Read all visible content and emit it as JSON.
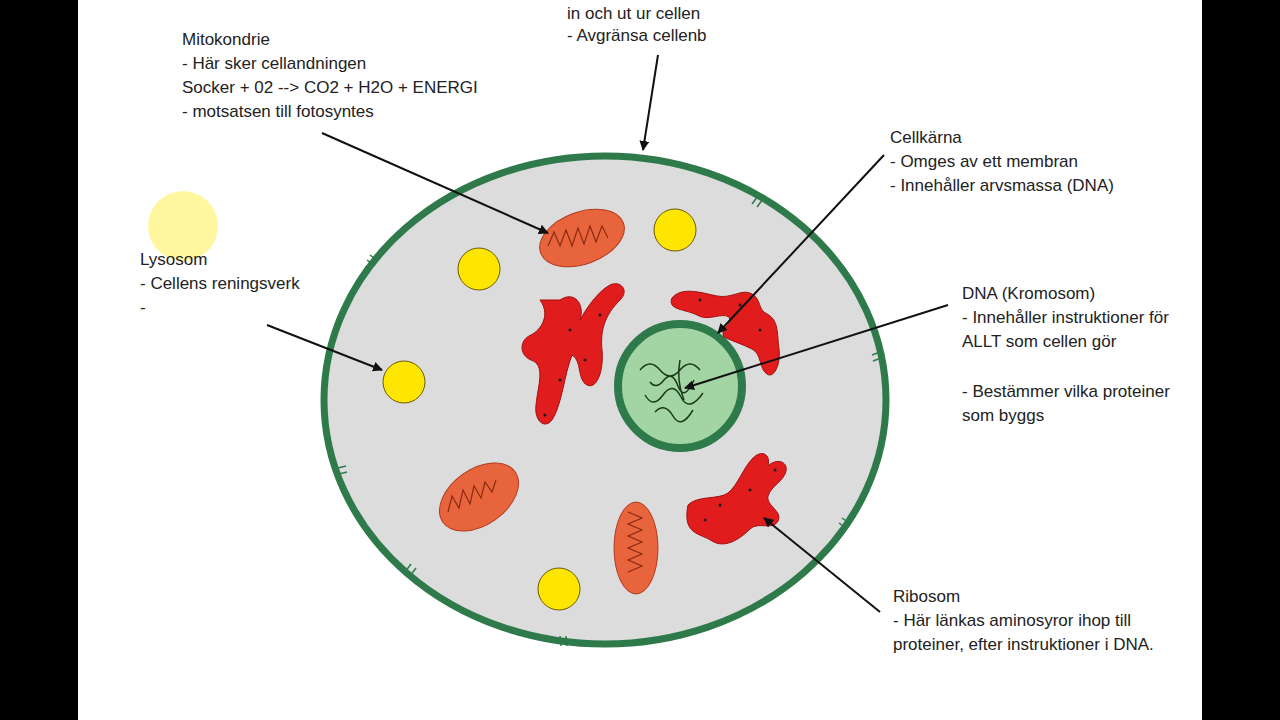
{
  "diagram": {
    "labels": [
      "in och ut ur cellen",
      "- Avgränsa cellenb",
      "Mitokondrie",
      "- Här sker cellandningen",
      "Socker + 02 --> CO2 + H2O + ENERGI",
      "- motsatsen till fotosyntes",
      "Lysosom",
      "- Cellens reningsverk",
      "-",
      "Cellkärna",
      "- Omges av ett membran",
      "- Innehåller arvsmassa (DNA)",
      "DNA (Kromosom)",
      "- Innehåller instruktioner för ALLT som cellen gör",
      "- Bestämmer vilka proteiner som byggs",
      "Ribosom",
      "- Här länkas aminosyror ihop till proteiner, efter instruktioner i DNA."
    ]
  }
}
